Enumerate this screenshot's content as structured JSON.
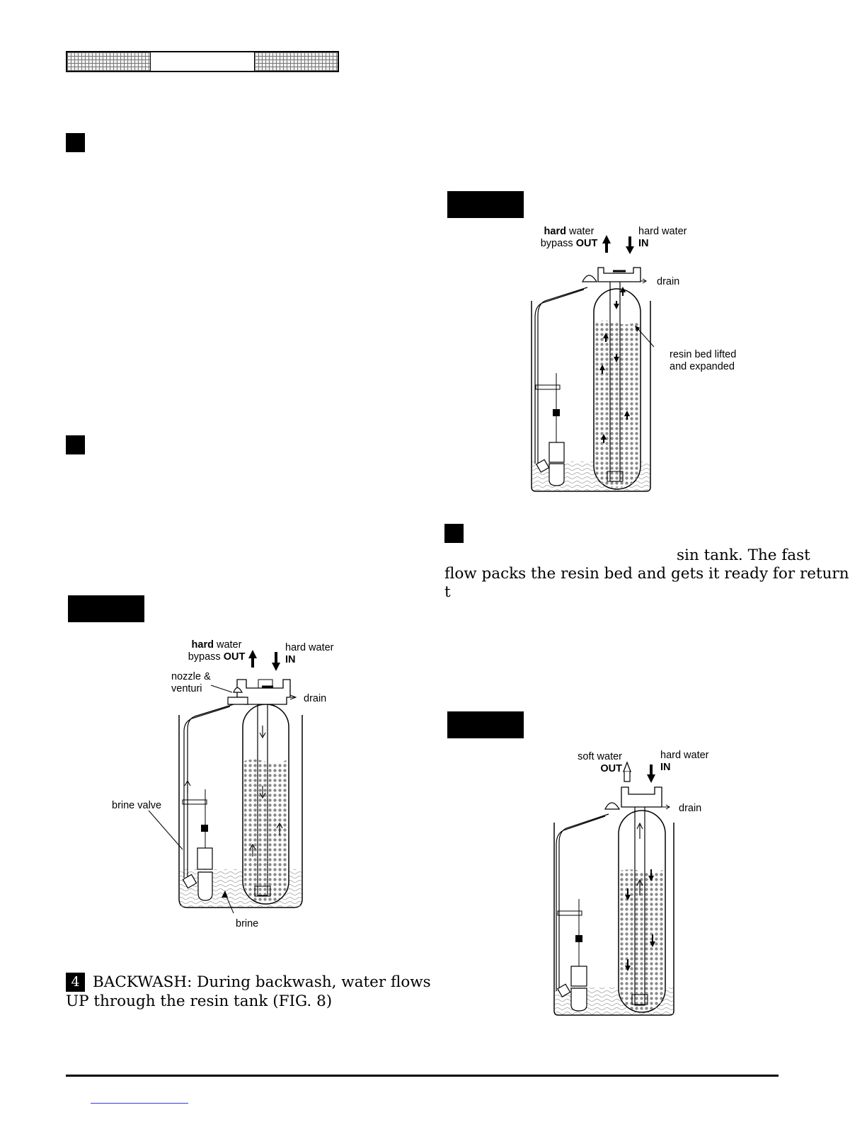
{
  "steps": {
    "step4_number": "4",
    "step4_text_line1": "BACKWASH: During backwash, water flows",
    "step4_text_line2": "UP through the resin tank (FIG. 8)",
    "step5_line1": "sin tank. The fast",
    "step5_line2": "flow packs the resin bed and gets it ready for return",
    "step5_line3": "t"
  },
  "figure_brine": {
    "hard_bold": "hard",
    "hard_rest": " water",
    "bypass_prefix": "bypass ",
    "bypass_out": "OUT",
    "hard_water_in_line1": "hard water",
    "hard_water_in_line2": "IN",
    "nozzle_line1": "nozzle &",
    "nozzle_line2": "venturi",
    "drain": "drain",
    "brine_valve": "brine valve",
    "brine": "brine"
  },
  "figure_backwash": {
    "hard_bold": "hard",
    "hard_rest": " water",
    "bypass_prefix": "bypass ",
    "bypass_out": "OUT",
    "hard_water_in_line1": "hard water",
    "hard_water_in_line2": "IN",
    "drain": "drain",
    "resin_line1": "resin bed lifted",
    "resin_line2": "and expanded"
  },
  "figure_service": {
    "soft_line1": "soft water",
    "soft_line2": "OUT",
    "hard_water_in_line1": "hard water",
    "hard_water_in_line2": "IN",
    "drain": "drain"
  }
}
